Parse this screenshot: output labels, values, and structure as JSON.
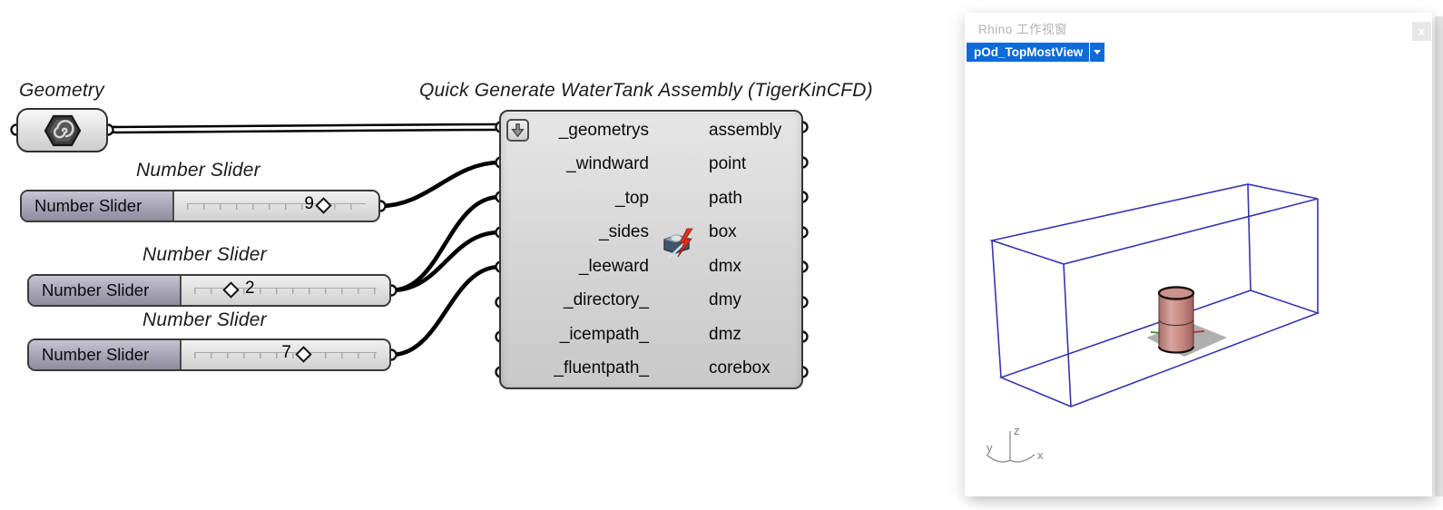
{
  "canvas": {
    "geometry": {
      "title": "Geometry"
    },
    "sliders": [
      {
        "title": "Number Slider",
        "name_label": "Number Slider",
        "value": "9"
      },
      {
        "title": "Number Slider",
        "name_label": "Number Slider",
        "value": "2"
      },
      {
        "title": "Number Slider",
        "name_label": "Number Slider",
        "value": "7"
      }
    ],
    "component": {
      "title": "Quick Generate WaterTank Assembly (TigerKinCFD)",
      "inputs": [
        "_geometrys",
        "_windward",
        "_top",
        "_sides",
        "_leeward",
        "_directory_",
        "_icempath_",
        "_fluentpath_"
      ],
      "outputs": [
        "assembly",
        "point",
        "path",
        "box",
        "dmx",
        "dmy",
        "dmz",
        "corebox"
      ]
    },
    "connections": [
      "Geometry -> _geometrys",
      "Number Slider (9) -> _windward",
      "Number Slider (2) -> _top",
      "Number Slider (2) -> _sides",
      "Number Slider (7) -> _leeward"
    ]
  },
  "viewport": {
    "window_title": "Rhino 工作视窗",
    "view_name": "pOd_TopMostView",
    "close_label": "x",
    "axes": {
      "x": "x",
      "y": "y",
      "z": "z"
    },
    "colors": {
      "view_tab_blue": "#0d6bd7",
      "wireframe_blue": "#3535b2",
      "cylinder_salmon": "#c9847c",
      "plate_gray": "#a8a8a8",
      "axis_green": "#3f9a3f",
      "axis_red": "#b23c3c",
      "wire_black": "#000000"
    }
  }
}
